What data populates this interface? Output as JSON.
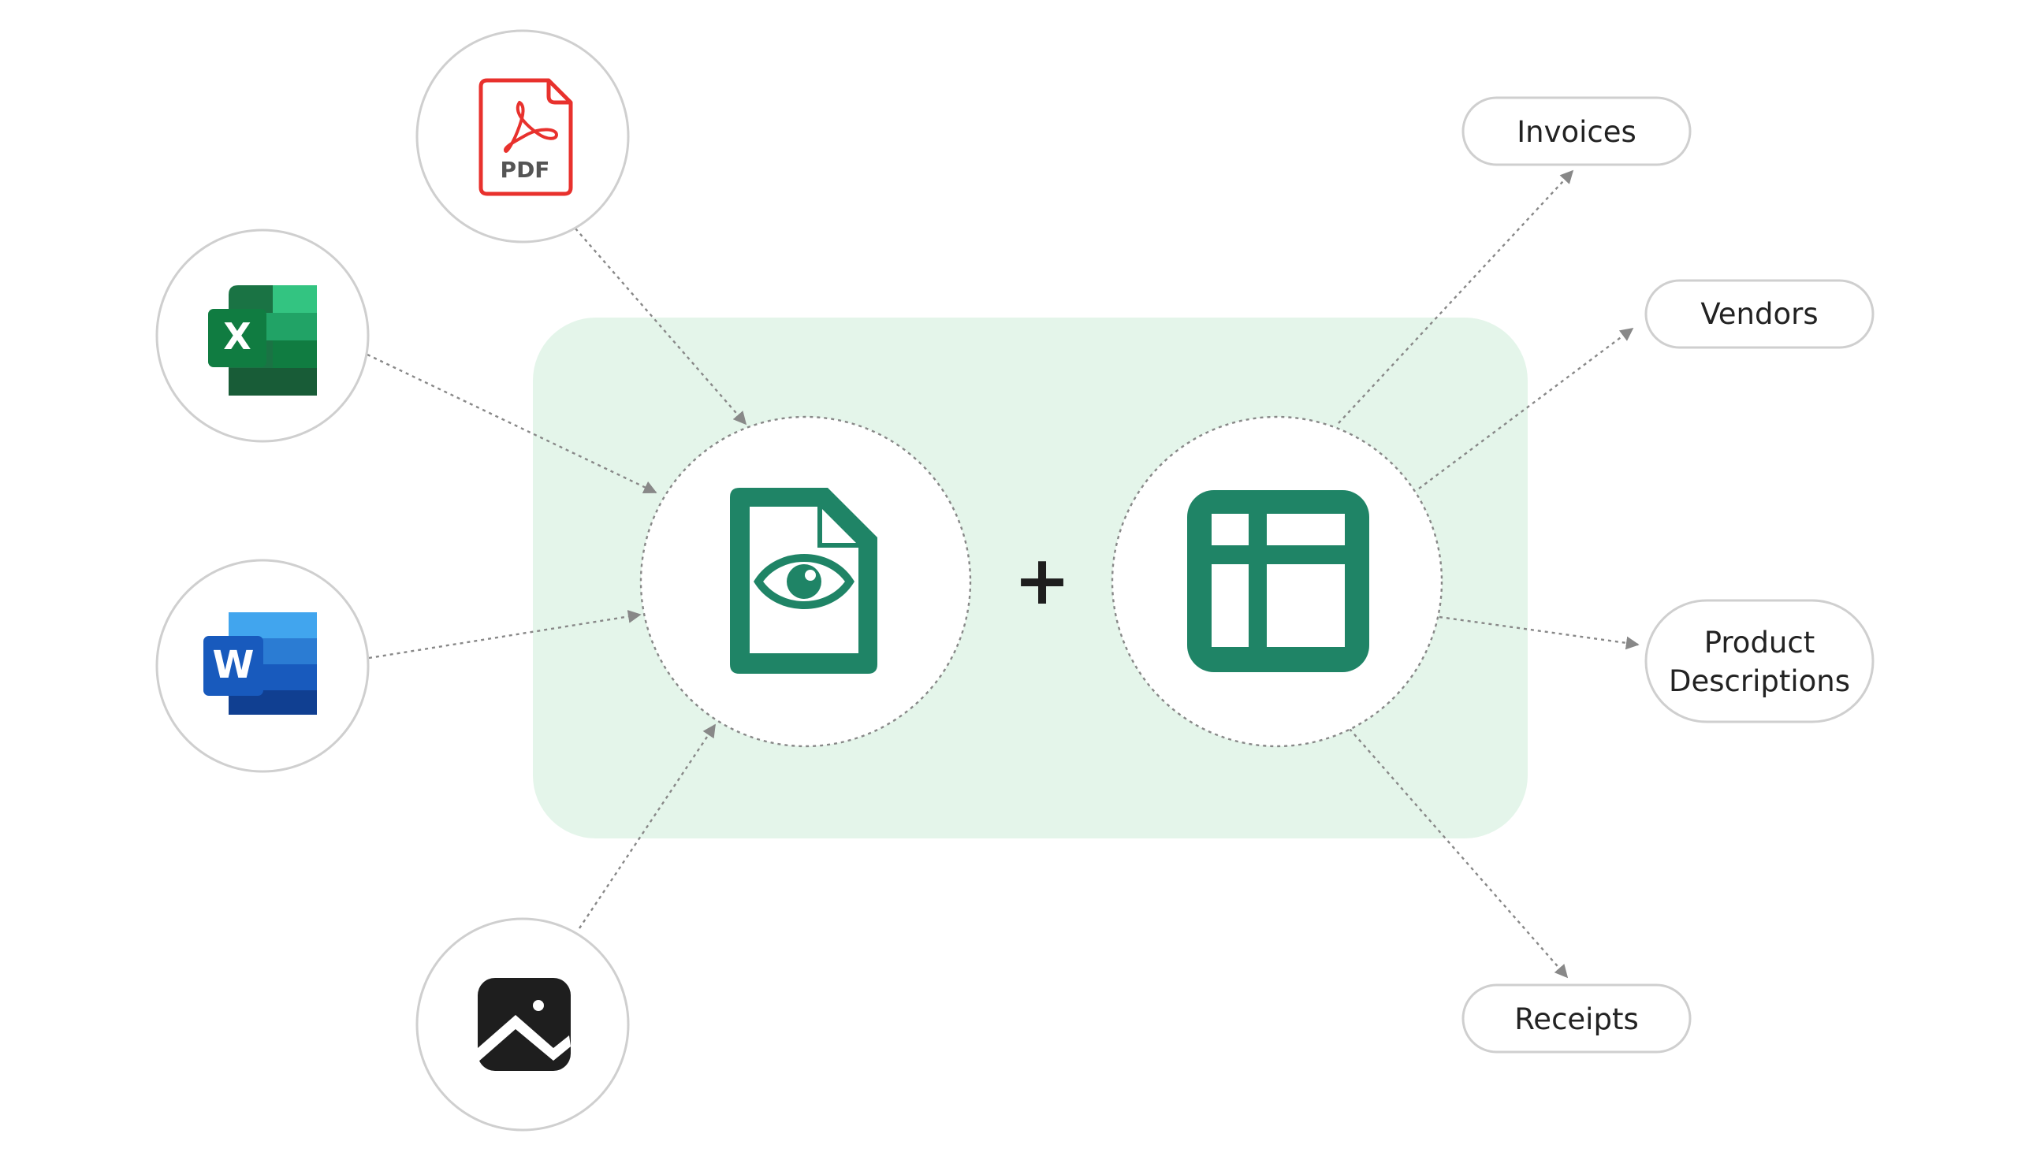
{
  "inputs": {
    "pdf": {
      "icon": "pdf-icon",
      "label": "PDF"
    },
    "excel": {
      "icon": "excel-icon",
      "label": "X"
    },
    "word": {
      "icon": "word-icon",
      "label": "W"
    },
    "image": {
      "icon": "image-icon"
    }
  },
  "center": {
    "viewer": {
      "icon": "document-eye-icon"
    },
    "operator": "+",
    "table": {
      "icon": "table-icon"
    }
  },
  "outputs": {
    "invoices": "Invoices",
    "vendors": "Vendors",
    "product_descriptions": {
      "line1": "Product",
      "line2": "Descriptions"
    },
    "receipts": "Receipts"
  },
  "colors": {
    "panel": "#e4f5ea",
    "brand_green": "#1f8466",
    "node_border": "#cfcfcf",
    "connector": "#888888",
    "pdf_red": "#e8312d",
    "excel_green": "#1a7344",
    "word_blue": "#1e5bc0",
    "image_dark": "#1e1e1e"
  }
}
